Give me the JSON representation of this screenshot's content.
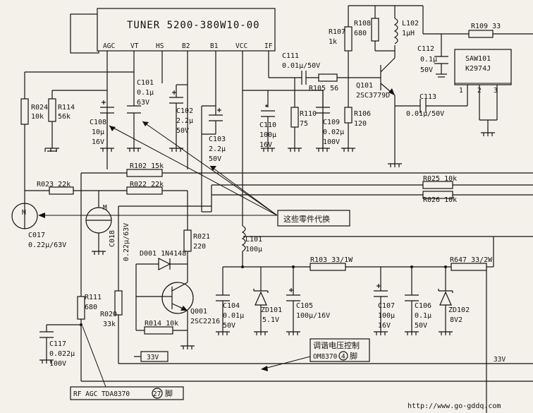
{
  "tuner": {
    "title": "TUNER 5200-380W10-00",
    "pins": [
      "AGC",
      "VT",
      "HS",
      "B2",
      "B1",
      "VCC",
      "IF"
    ]
  },
  "saw": {
    "name": "SAW101",
    "part": "K2974J",
    "pins": [
      "1",
      "2",
      "3"
    ]
  },
  "components": {
    "R107": [
      "R107",
      "1k"
    ],
    "R108": [
      "R108",
      "680"
    ],
    "L102": [
      "L102",
      "1μH"
    ],
    "R109": [
      "R109 33"
    ],
    "C112": [
      "C112",
      "0.1μ",
      "50V"
    ],
    "C111": [
      "C111",
      "0.01μ/50V"
    ],
    "R105": [
      "R105 56"
    ],
    "Q101": [
      "Q101",
      "2SC3779D"
    ],
    "C113": [
      "C113",
      "0.01μ/50V"
    ],
    "R110": [
      "R110",
      "75"
    ],
    "C109": [
      "C109",
      "0.02μ",
      "100V"
    ],
    "R106": [
      "R106",
      "120"
    ],
    "C110": [
      "C110",
      "100μ",
      "16V"
    ],
    "C101": [
      "C101",
      "0.1μ",
      "63V"
    ],
    "C102": [
      "C102",
      "2.2μ",
      "50V"
    ],
    "C103": [
      "C103",
      "2.2μ",
      "50V"
    ],
    "C108": [
      "C108",
      "10μ",
      "16V"
    ],
    "R024": [
      "R024",
      "10k"
    ],
    "R114": [
      "R114",
      "56k"
    ],
    "R102": [
      "R102 15k"
    ],
    "R023": [
      "R023 22k"
    ],
    "R022": [
      "R022 22k"
    ],
    "R025": [
      "R025 10k"
    ],
    "R026": [
      "R026 10k"
    ],
    "C017": [
      "C017",
      "0.22μ/63V"
    ],
    "C018": [
      "C018",
      "0.22μ/63V"
    ],
    "R021": [
      "R021",
      "220"
    ],
    "D001": [
      "D001 1N4148"
    ],
    "L101": [
      "L101",
      "100μ"
    ],
    "R103": [
      "R103 33/1W"
    ],
    "R647": [
      "R647 33/2W"
    ],
    "R111": [
      "R111",
      "680"
    ],
    "Q001": [
      "Q001",
      "2SC2216"
    ],
    "R020": [
      "R020",
      "33k"
    ],
    "R014": [
      "R014 10k"
    ],
    "C104": [
      "C104",
      "0.01μ",
      "50V"
    ],
    "ZD101": [
      "ZD101",
      "5.1V"
    ],
    "C105": [
      "C105",
      "100μ/16V"
    ],
    "C107": [
      "C107",
      "100μ",
      "16V"
    ],
    "C106": [
      "C106",
      "0.1μ",
      "50V"
    ],
    "ZD102": [
      "ZD102",
      "8V2"
    ],
    "C117": [
      "C117",
      "0.022μ",
      "100V"
    ]
  },
  "labels": {
    "meter_M": "M",
    "replace_note": "这些零件代换",
    "tuning_line1": "调谐电压控制",
    "tuning_line2_pre": "OM8370",
    "tuning_pin": "4",
    "tuning_line2_post": "脚",
    "v33_box": "33V",
    "v33_right": "33V",
    "rf_pre": "RF AGC TDA8370",
    "rf_pin": "27",
    "rf_post": "脚",
    "watermark": "http://www.go-gddq.com"
  }
}
